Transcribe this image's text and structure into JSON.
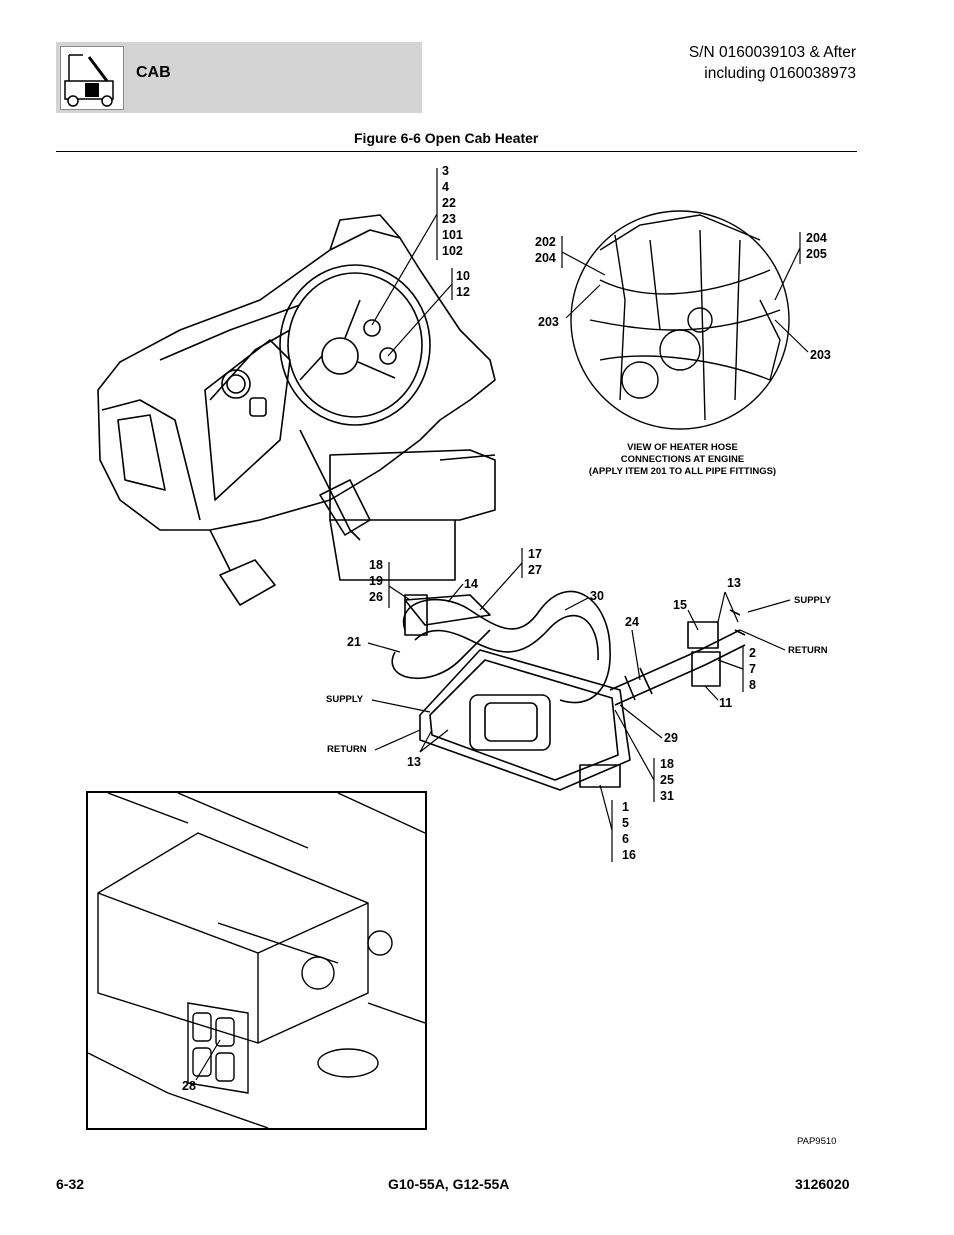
{
  "header": {
    "section_title": "CAB",
    "serial_line1": "S/N 0160039103 & After",
    "serial_line2": "including 0160038973"
  },
  "figure": {
    "title": "Figure 6-6 Open Cab Heater",
    "drawing_id": "PAP9510",
    "engine_view_note": "VIEW OF HEATER HOSE\nCONNECTIONS AT ENGINE\n(APPLY ITEM 201 TO ALL PIPE FITTINGS)",
    "labels": {
      "supply": "SUPPLY",
      "return": "RETURN"
    },
    "callouts": {
      "dash_upper": "3\n4\n22\n23\n101\n102",
      "dash_lower": "10\n12",
      "engine_left_top": "202\n204",
      "engine_left_bottom": "203",
      "engine_right_top": "204\n205",
      "engine_right_bottom": "203",
      "c18_19_26": "18\n19\n26",
      "c14": "14",
      "c17_27": "17\n27",
      "c30": "30",
      "c21": "21",
      "c13_top": "13",
      "c15": "15",
      "c24": "24",
      "c2_7_8": "2\n7\n8",
      "c11": "11",
      "c29": "29",
      "c13_bottom": "13",
      "c18_25_31": "18\n25\n31",
      "c1_5_6_16": "1\n5\n6\n16",
      "c28": "28"
    }
  },
  "footer": {
    "page_number": "6-32",
    "models": "G10-55A, G12-55A",
    "doc_number": "3126020"
  }
}
